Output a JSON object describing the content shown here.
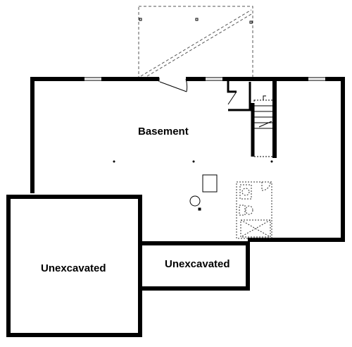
{
  "rooms": {
    "basement": "Basement",
    "unexcavated_left": "Unexcavated",
    "unexcavated_right": "Unexcavated"
  },
  "colors": {
    "wall": "#000000",
    "line": "#000000",
    "dashed": "#555555",
    "background": "#ffffff"
  }
}
